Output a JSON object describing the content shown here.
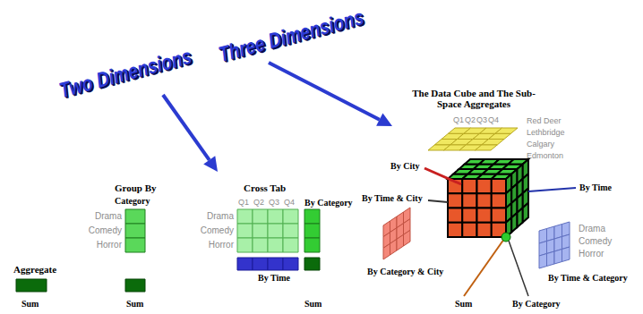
{
  "diagram": {
    "labels": [
      "Three Dimensions",
      "Two Dimensions",
      "The Data Cube and The Sub-Space Aggregates",
      "Q1",
      "Q2",
      "Q3",
      "Q4",
      "Red Deer",
      "Lethbridge",
      "Calgary",
      "Edmonton",
      "By City",
      "By Time",
      "By Time & City",
      "Drama",
      "Comedy",
      "Horror",
      "By Category & City",
      "By Time & Category",
      "Sum",
      "By Category",
      "Group By",
      "Category",
      "Drama",
      "Comedy",
      "Horror",
      "Aggregate",
      "Sum",
      "Sum",
      "Cross Tab",
      "Q1",
      "Q2",
      "Q3",
      "Q4",
      "By Category",
      "Drama",
      "Comedy",
      "Horror",
      "By Time",
      "Sum"
    ]
  }
}
